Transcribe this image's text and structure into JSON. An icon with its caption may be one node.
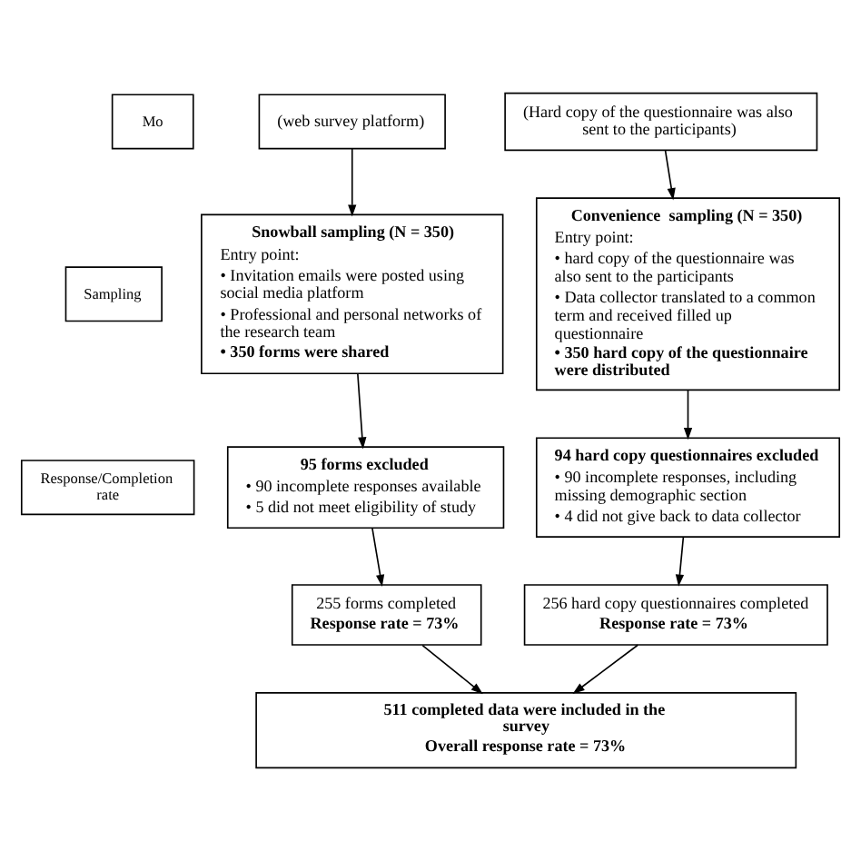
{
  "diagram": {
    "nodes": [
      {
        "text": [
          "(web survey platform)"
        ]
      },
      {
        "text": [
          "(Hard copy of the questionnaire was also sent to the participants)"
        ]
      },
      {
        "text": [
          "Snowball sampling (N = 350)",
          "Entry point:",
          "• Invitation emails were posted using social media platform",
          "• Professional and personal networks of the research team",
          "• 350 forms were shared"
        ]
      },
      {
        "text": [
          "Convenience  sampling (N = 350)",
          "Entry point:",
          "• hard copy of the questionnaire was also sent to the participants",
          "• Data collector translated to a common term and received filled up questionnaire",
          "• 350 hard copy of the questionnaire were distributed"
        ]
      },
      {
        "text": [
          "95 forms excluded",
          "• 90 incomplete responses available",
          "• 5 did not meet eligibility of study"
        ]
      },
      {
        "text": [
          "94 hard copy questionnaires excluded",
          "• 90 incomplete responses, including missing demographic section",
          "• 4 did not give back to data collector"
        ]
      },
      {
        "text": [
          "255 forms completed",
          "Response rate = 73%"
        ]
      },
      {
        "text": [
          "256 hard copy questionnaires completed",
          "Response rate = 73%"
        ]
      },
      {
        "text": [
          "511 completed data were included in the survey",
          "Overall response rate = 73%"
        ]
      },
      {
        "text": [
          "Mo"
        ]
      },
      {
        "text": [
          "Sampling"
        ]
      },
      {
        "text": [
          "Response/Completion rate"
        ]
      }
    ],
    "edges": [
      {
        "from": 0,
        "to": 2,
        "arrow": "to"
      },
      {
        "from": 1,
        "to": 3,
        "arrow": "to"
      },
      {
        "from": 2,
        "to": 4,
        "arrow": "to"
      },
      {
        "from": 3,
        "to": 5,
        "arrow": "to"
      },
      {
        "from": 4,
        "to": 6,
        "arrow": "to"
      },
      {
        "from": 5,
        "to": 7,
        "arrow": "to"
      },
      {
        "from": 6,
        "to": 8,
        "arrow": "to"
      },
      {
        "from": 7,
        "to": 8,
        "arrow": "to"
      }
    ]
  }
}
